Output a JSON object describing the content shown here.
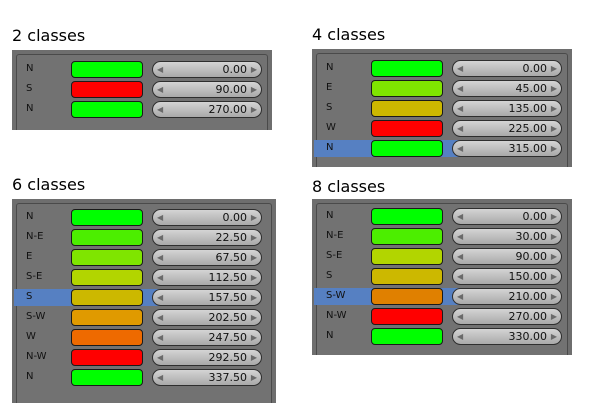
{
  "panels": [
    {
      "title": "2 classes",
      "rows": [
        {
          "dir": "N",
          "color": "#00ff00",
          "value": "0.00"
        },
        {
          "dir": "S",
          "color": "#ff0000",
          "value": "90.00"
        },
        {
          "dir": "N",
          "color": "#00ff00",
          "value": "270.00"
        }
      ]
    },
    {
      "title": "4 classes",
      "rows": [
        {
          "dir": "N",
          "color": "#00ff00",
          "value": "0.00"
        },
        {
          "dir": "E",
          "color": "#7fe500",
          "value": "45.00"
        },
        {
          "dir": "S",
          "color": "#ccb800",
          "value": "135.00"
        },
        {
          "dir": "W",
          "color": "#ff0000",
          "value": "225.00"
        },
        {
          "dir": "N",
          "color": "#00ff00",
          "value": "315.00",
          "selected": true
        }
      ]
    },
    {
      "title": "6 classes",
      "rows": [
        {
          "dir": "N",
          "color": "#00ff00",
          "value": "0.00"
        },
        {
          "dir": "N-E",
          "color": "#4cee00",
          "value": "22.50"
        },
        {
          "dir": "E",
          "color": "#7fe500",
          "value": "67.50"
        },
        {
          "dir": "S-E",
          "color": "#b2d500",
          "value": "112.50"
        },
        {
          "dir": "S",
          "color": "#ccb800",
          "value": "157.50",
          "selected": true
        },
        {
          "dir": "S-W",
          "color": "#e09a00",
          "value": "202.50"
        },
        {
          "dir": "W",
          "color": "#ee6a00",
          "value": "247.50"
        },
        {
          "dir": "N-W",
          "color": "#ff0000",
          "value": "292.50"
        },
        {
          "dir": "N",
          "color": "#00ff00",
          "value": "337.50"
        }
      ]
    },
    {
      "title": "8 classes",
      "rows": [
        {
          "dir": "N",
          "color": "#00ff00",
          "value": "0.00"
        },
        {
          "dir": "N-E",
          "color": "#4cee00",
          "value": "30.00"
        },
        {
          "dir": "S-E",
          "color": "#b2d500",
          "value": "90.00"
        },
        {
          "dir": "S",
          "color": "#ccb800",
          "value": "150.00"
        },
        {
          "dir": "S-W",
          "color": "#e08000",
          "value": "210.00",
          "selected": true
        },
        {
          "dir": "N-W",
          "color": "#ff0000",
          "value": "270.00"
        },
        {
          "dir": "N",
          "color": "#00ff00",
          "value": "330.00"
        }
      ]
    }
  ],
  "icons": {
    "decrement": "arrow-left-icon",
    "increment": "arrow-right-icon"
  },
  "colors": {
    "selection": "#5680c2"
  }
}
